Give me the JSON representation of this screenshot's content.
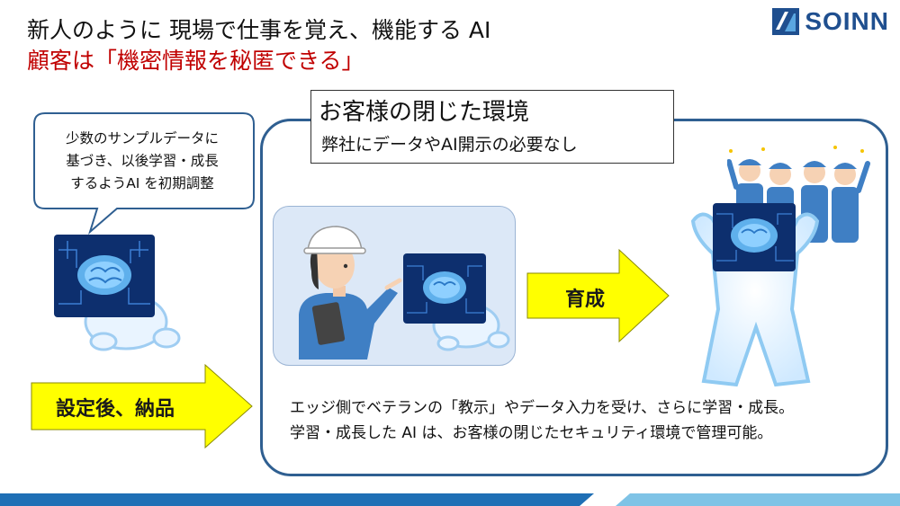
{
  "header": {
    "title_line1": "新人のように 現場で仕事を覚え、機能する AI",
    "title_line2": "顧客は「機密情報を秘匿できる」",
    "logo_text": "SOINN"
  },
  "speech_bubble": {
    "lines": [
      "少数のサンプルデータに",
      "基づき、以後学習・成長",
      "するようAI を初期調整"
    ]
  },
  "environment": {
    "title": "お客様の閉じた環境",
    "subtitle": "弊社にデータやAI開示の必要なし"
  },
  "arrows": {
    "deliver_label": "設定後、納品",
    "grow_label": "育成"
  },
  "description": {
    "line1": "エッジ側でベテランの「教示」やデータ入力を受け、さらに学習・成長。",
    "line2": "学習・成長した AI は、お客様の閉じたセキュリティ環境で管理可能。"
  },
  "colors": {
    "title_accent": "#c00000",
    "env_border": "#2f5f91",
    "arrow_fill": "#ffff00",
    "logo_blue": "#1f4f8f",
    "stripe_dark": "#1f6fb5",
    "stripe_light": "#7fc3e6"
  },
  "icons": [
    "brain-ai-icon",
    "worker-with-helmet-icon",
    "strong-ai-figure-icon",
    "cheering-workers-icon"
  ]
}
